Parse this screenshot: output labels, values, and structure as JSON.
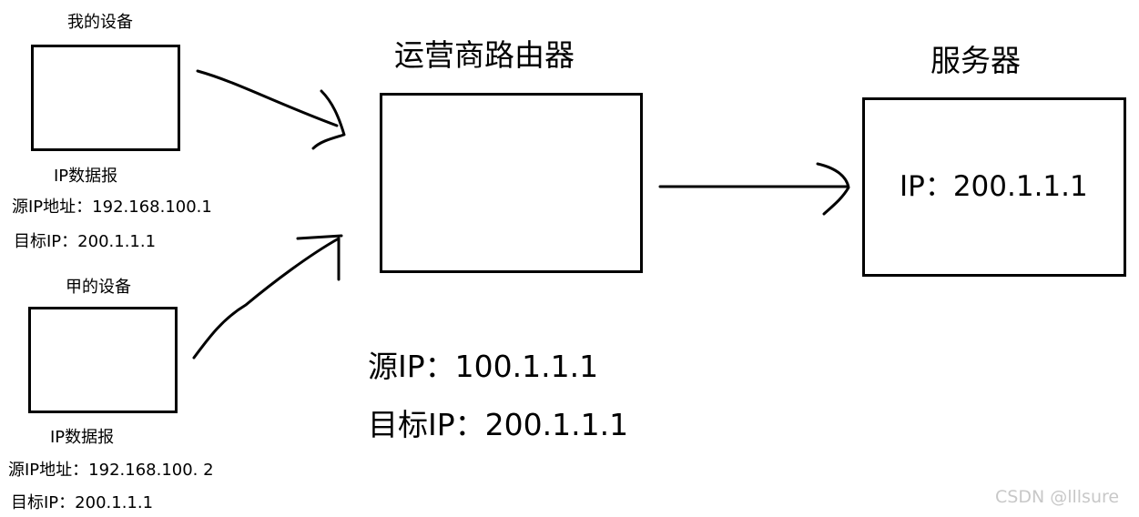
{
  "devices": [
    {
      "title": "我的设备",
      "packet_label": "IP数据报",
      "src": "源IP地址：192.168.100.1",
      "dst": "目标IP：200.1.1.1"
    },
    {
      "title": "甲的设备",
      "packet_label": "IP数据报",
      "src": "源IP地址：192.168.100. 2",
      "dst": "目标IP：200.1.1.1"
    }
  ],
  "router": {
    "title": "运营商路由器",
    "src": "源IP：100.1.1.1",
    "dst": "目标IP：200.1.1.1"
  },
  "server": {
    "title": "服务器",
    "ip": "IP：200.1.1.1"
  },
  "watermark": "CSDN @lllsure"
}
